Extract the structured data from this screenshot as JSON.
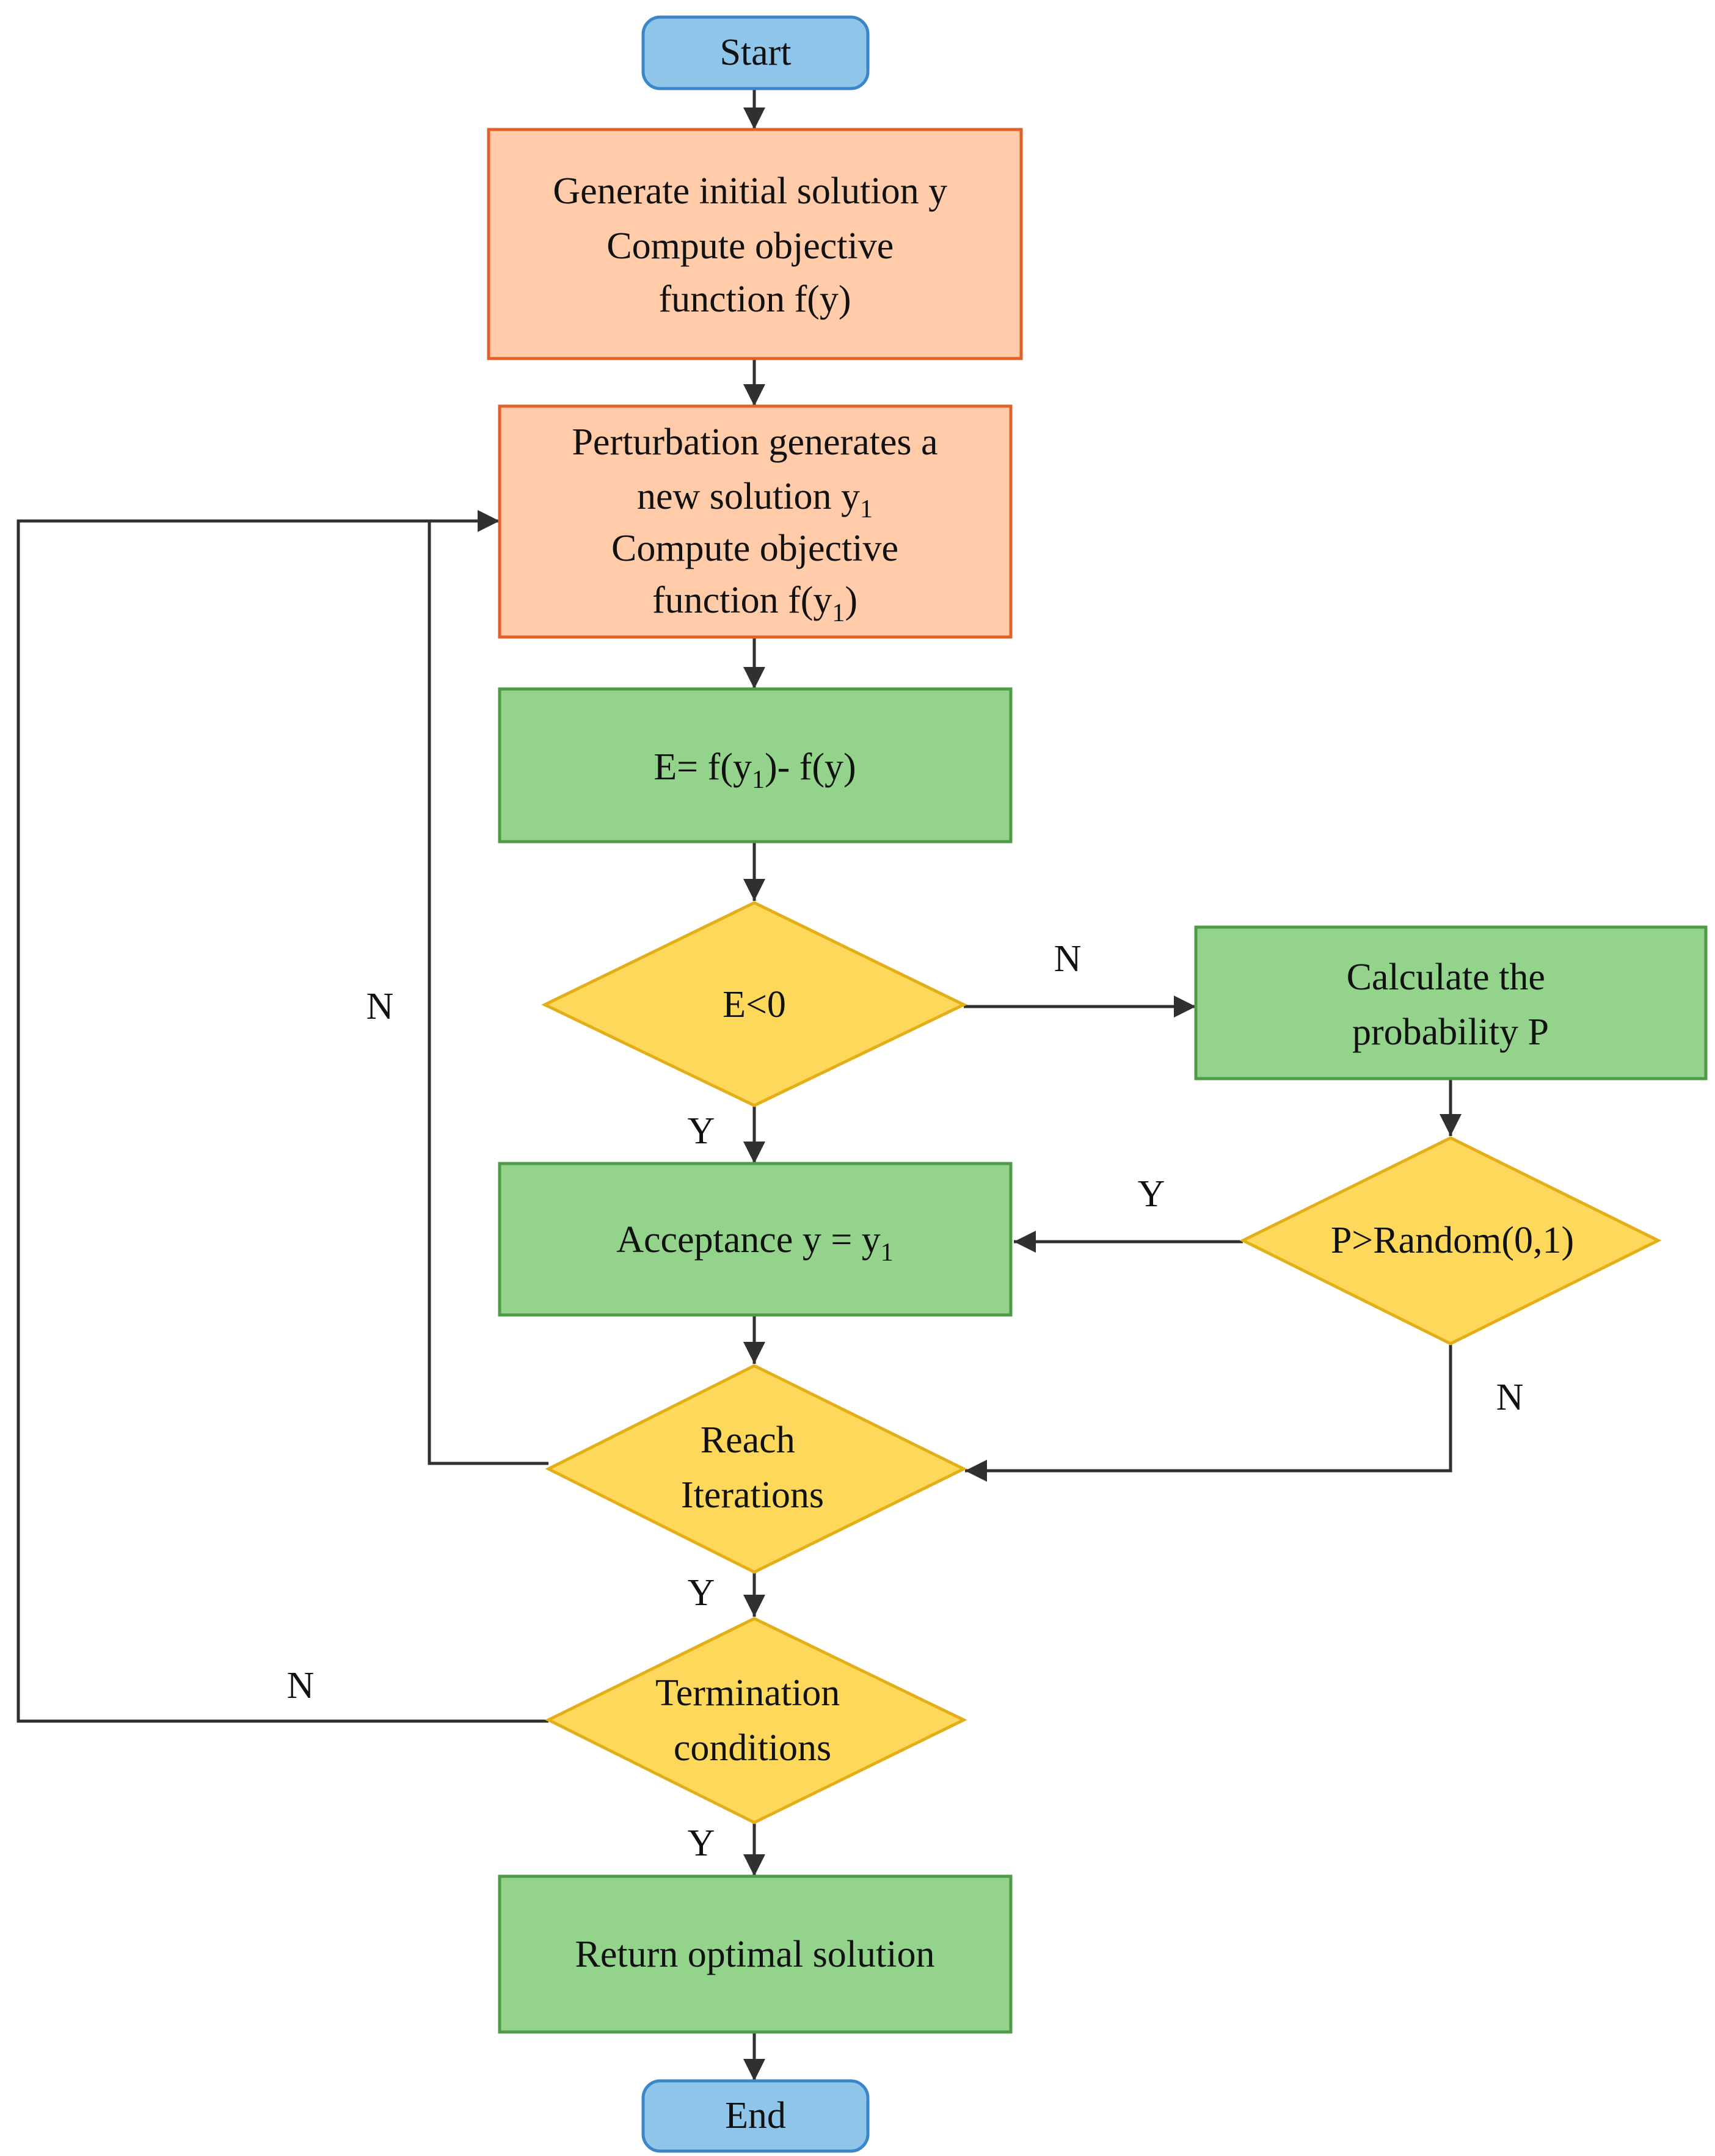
{
  "colors": {
    "terminal_fill": "#8EC5E8",
    "terminal_stroke": "#3A86C8",
    "process_orange_fill": "#FFCBA8",
    "process_orange_stroke": "#E0622A",
    "process_green_fill": "#93D38C",
    "process_green_stroke": "#4E9A46",
    "decision_fill": "#FDD85A",
    "decision_stroke": "#E4AE18",
    "connector": "#303030"
  },
  "nodes": {
    "start": {
      "label": "Start"
    },
    "generate": {
      "line1": "Generate initial solution y",
      "line2": "Compute objective",
      "line3": "function f(y)"
    },
    "perturb": {
      "line1": "Perturbation generates a",
      "line2_pre": "new solution y",
      "line2_sub": "1",
      "line3": "Compute objective",
      "line4_pre": "function f(y",
      "line4_sub": "1",
      "line4_post": ")"
    },
    "energy": {
      "pre": "E= f(y",
      "sub": "1",
      "post": ")- f(y)"
    },
    "decision_e": {
      "label": "E<0"
    },
    "calc_p": {
      "line1": "Calculate the",
      "line2": "probability P"
    },
    "accept": {
      "pre": "Acceptance y = y",
      "sub": "1"
    },
    "decision_p": {
      "label": "P>Random(0,1)"
    },
    "decision_iter": {
      "line1": "Reach",
      "line2": "Iterations"
    },
    "decision_term": {
      "line1": "Termination",
      "line2": "conditions"
    },
    "result": {
      "label": "Return optimal solution"
    },
    "end": {
      "label": "End"
    }
  },
  "edge_labels": {
    "e_no": "N",
    "e_yes": "Y",
    "p_yes": "Y",
    "p_no": "N",
    "iter_no": "N",
    "iter_yes": "Y",
    "term_no": "N",
    "term_yes": "Y"
  }
}
